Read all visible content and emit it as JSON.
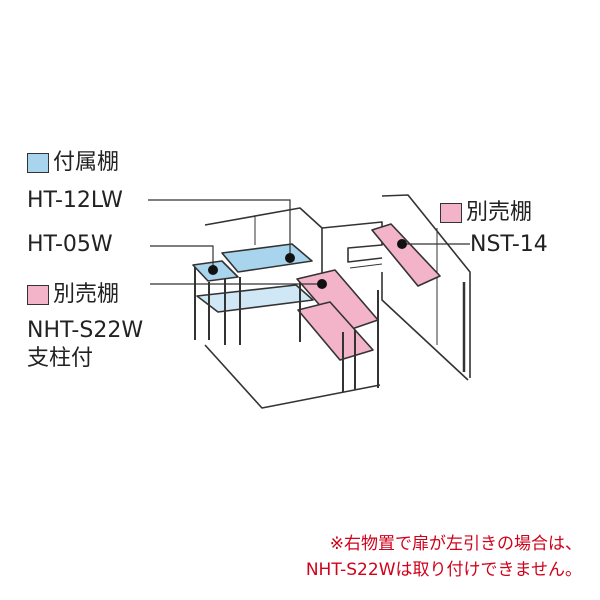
{
  "colors": {
    "included": "#a9d4ee",
    "sold_separately": "#f3b3c8",
    "note": "#d0021b",
    "line": "#333333"
  },
  "legend_included": {
    "icon": "light-blue-square",
    "title": "付属棚",
    "items": [
      "HT-12LW",
      "HT-05W"
    ]
  },
  "legend_separate_left": {
    "icon": "pink-square",
    "title": "別売棚",
    "model": "NHT-S22W",
    "suffix": "支柱付"
  },
  "legend_separate_right": {
    "icon": "pink-square",
    "title": "別売棚",
    "model": "NST-14"
  },
  "note": {
    "line1": "※右物置で扉が左引きの場合は、",
    "line2": "NHT-S22Wは取り付けできません。"
  }
}
